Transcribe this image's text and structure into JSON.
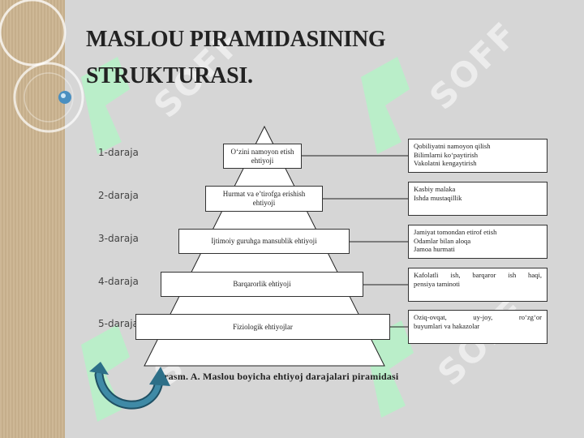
{
  "slide": {
    "title_lines": [
      "MASLOU PIRAMIDASINING",
      "STRUKTURASI."
    ],
    "levels": [
      "1-daraja",
      "2-daraja",
      "3-daraja",
      "4-daraja",
      "5-daraja"
    ],
    "pyramid_labels": [
      "O‘zini namoyon etish ehtiyoji",
      "Hurmat va e’tirofga erishish ehtiyoji",
      "Ijtimoiy guruhga mansublik ehtiyoji",
      "Barqarorlik ehtiyoji",
      "Fiziologik ehtiyojlar"
    ],
    "descriptions": [
      [
        "Qobiliyatni namoyon qilish",
        "Bilimlarni ko‘paytirish",
        "Vakolatni kengaytirish"
      ],
      [
        "Kasbiy malaka",
        "Ishda mustaqillik"
      ],
      [
        "Jamiyat tomondan etirof etish",
        "Odamlar bilan aloqa",
        "Jamoa hurmati"
      ],
      [
        "Kafolatli ish, barqaror ish haqi,",
        "pensiya taminoti"
      ],
      [
        "Oziq-ovqat, uy-joy, ro‘zg‘or",
        "buyumlari va hakazolar"
      ]
    ],
    "caption": "-rasm. A. Maslou boyicha ehtiyoj darajalari piramidasi",
    "watermark": "SOFF",
    "colors": {
      "watermark_green": "#b8efc8",
      "arrow": "#2d6f88",
      "left_band": "#cbb48f"
    }
  }
}
